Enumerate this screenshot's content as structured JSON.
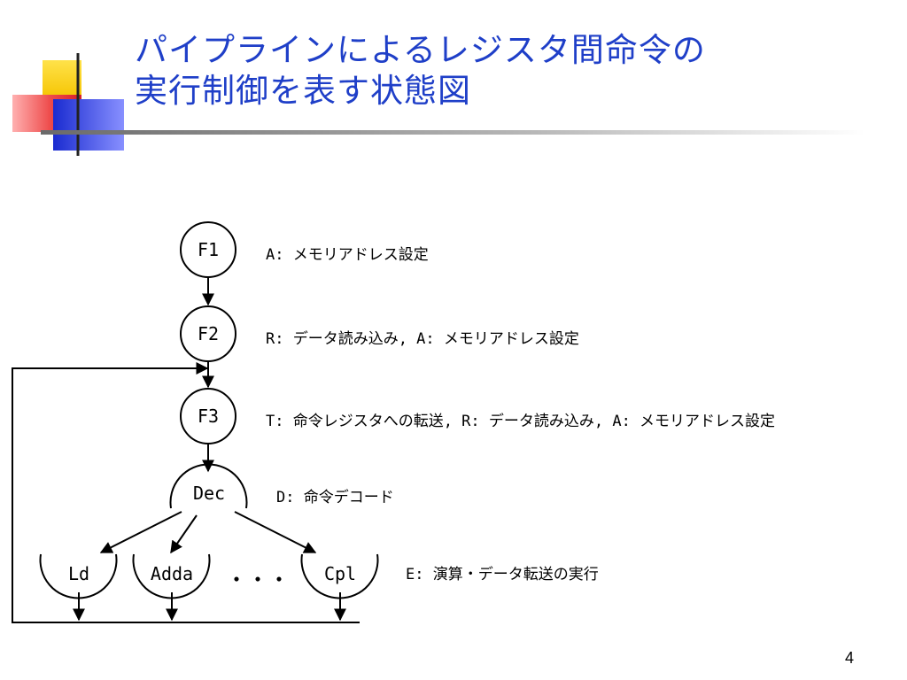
{
  "title": {
    "line1": "パイプラインによるレジスタ間命令の",
    "line2": "実行制御を表す状態図"
  },
  "states": {
    "f1": "F1",
    "f2": "F2",
    "f3": "F3",
    "dec": "Dec",
    "ld": "Ld",
    "adda": "Adda",
    "cpl": "Cpl",
    "ellipsis": "・・・"
  },
  "descriptions": {
    "f1": "A: メモリアドレス設定",
    "f2": "R: データ読み込み, A: メモリアドレス設定",
    "f3": "T: 命令レジスタへの転送, R: データ読み込み, A: メモリアドレス設定",
    "dec": "D: 命令デコード",
    "exec": "E: 演算・データ転送の実行"
  },
  "page_number": "4",
  "colors": {
    "title": "#1f3fc8",
    "deco_yellow": "#f5cc1a",
    "deco_red": "#e8454a",
    "deco_blue": "#2233cc"
  }
}
